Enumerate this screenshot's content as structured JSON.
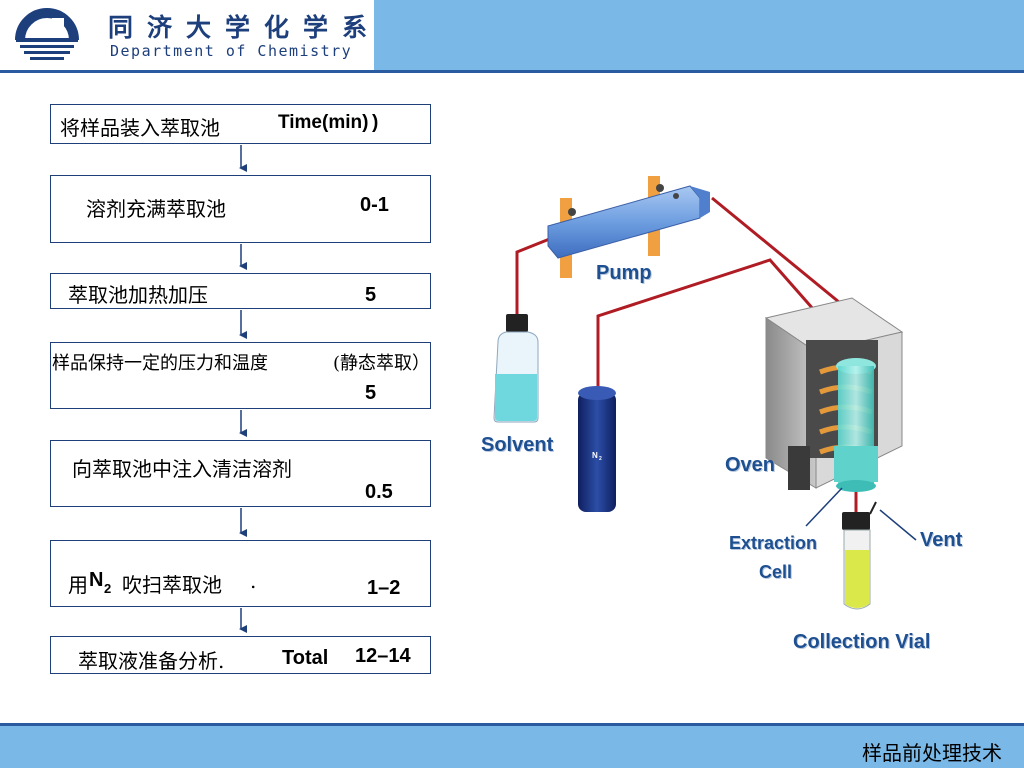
{
  "header": {
    "university_name": "同济大学化学系",
    "department": "Department of Chemistry"
  },
  "flow": {
    "steps": [
      {
        "text": "将样品装入萃取池",
        "extra": "Time(min)",
        "extra2": ")"
      },
      {
        "text": "溶剂充满萃取池",
        "time": "0-1"
      },
      {
        "text": "萃取池加热加压",
        "time": "5"
      },
      {
        "text": "样品保持一定的压力和温度",
        "extra": "(静态萃取）",
        "time": "5"
      },
      {
        "text": "向萃取池中注入清洁溶剂",
        "time": "0.5"
      },
      {
        "text_pre": "用",
        "text_n": "N",
        "text_sub": "2",
        "text_post": "吹扫萃取池",
        "text_dot": ".",
        "time": "1–2"
      },
      {
        "text": "萃取液准备分析.",
        "total_label": "Total",
        "time": "12–14"
      }
    ]
  },
  "diagram": {
    "labels": {
      "pump": "Pump",
      "solvent": "Solvent",
      "n2": "N",
      "n2_sub": "2",
      "oven": "Oven",
      "extraction_line1": "Extraction",
      "extraction_line2": "Cell",
      "vent": "Vent",
      "collection_vial": "Collection Vial"
    }
  },
  "footer": {
    "text": "样品前处理技术"
  },
  "colors": {
    "header_bar": "#7ab8e8",
    "rule": "#2a5aa0",
    "label_blue": "#1d4f91",
    "tubing": "#b01c24"
  }
}
